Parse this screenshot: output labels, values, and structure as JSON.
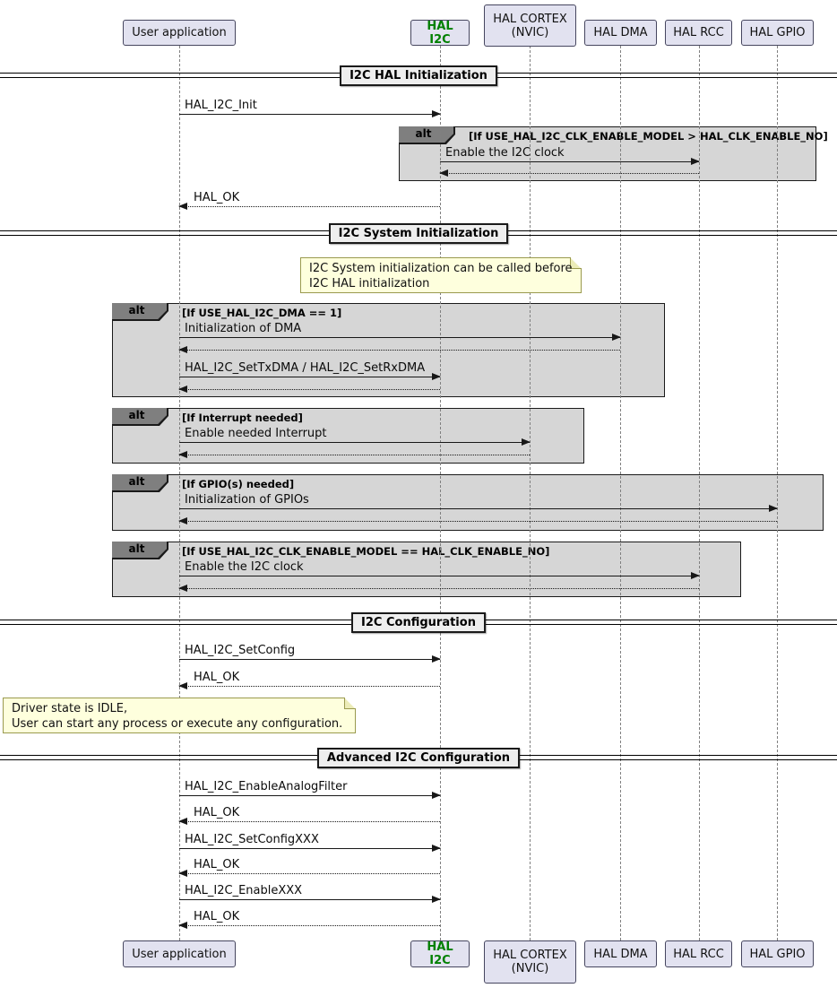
{
  "diagram": {
    "type": "uml-sequence",
    "participants": [
      {
        "label": "User application",
        "text_color": "#000000"
      },
      {
        "label": "HAL I2C",
        "text_color": "#008000"
      },
      {
        "label": "HAL CORTEX (NVIC)",
        "text_color": "#000000"
      },
      {
        "label": "HAL DMA",
        "text_color": "#000000"
      },
      {
        "label": "HAL RCC",
        "text_color": "#000000"
      },
      {
        "label": "HAL GPIO",
        "text_color": "#000000"
      }
    ],
    "dividers": [
      {
        "label": "I2C HAL Initialization"
      },
      {
        "label": "I2C System Initialization"
      },
      {
        "label": "I2C Configuration"
      },
      {
        "label": "Advanced I2C Configuration"
      }
    ],
    "fragments": [
      {
        "operator": "alt",
        "guard": "[If USE_HAL_I2C_CLK_ENABLE_MODEL > HAL_CLK_ENABLE_NO]"
      },
      {
        "operator": "alt",
        "guard": "[If USE_HAL_I2C_DMA == 1]"
      },
      {
        "operator": "alt",
        "guard": "[If Interrupt needed]"
      },
      {
        "operator": "alt",
        "guard": "[If GPIO(s) needed]"
      },
      {
        "operator": "alt",
        "guard": "[If USE_HAL_I2C_CLK_ENABLE_MODEL == HAL_CLK_ENABLE_NO]"
      }
    ],
    "messages": [
      {
        "label": "HAL_I2C_Init",
        "from": "User application",
        "to": "HAL I2C",
        "type": "call"
      },
      {
        "label": "Enable the I2C clock",
        "from": "HAL I2C",
        "to": "HAL RCC",
        "type": "call"
      },
      {
        "label": "",
        "from": "HAL RCC",
        "to": "HAL I2C",
        "type": "return"
      },
      {
        "label": "HAL_OK",
        "from": "HAL I2C",
        "to": "User application",
        "type": "return"
      },
      {
        "label": "Initialization of DMA",
        "from": "User application",
        "to": "HAL DMA",
        "type": "call"
      },
      {
        "label": "",
        "from": "HAL DMA",
        "to": "User application",
        "type": "return"
      },
      {
        "label": "HAL_I2C_SetTxDMA / HAL_I2C_SetRxDMA",
        "from": "User application",
        "to": "HAL I2C",
        "type": "call"
      },
      {
        "label": "",
        "from": "HAL I2C",
        "to": "User application",
        "type": "return"
      },
      {
        "label": "Enable needed Interrupt",
        "from": "User application",
        "to": "HAL CORTEX (NVIC)",
        "type": "call"
      },
      {
        "label": "",
        "from": "HAL CORTEX (NVIC)",
        "to": "User application",
        "type": "return"
      },
      {
        "label": "Initialization of GPIOs",
        "from": "User application",
        "to": "HAL GPIO",
        "type": "call"
      },
      {
        "label": "",
        "from": "HAL GPIO",
        "to": "User application",
        "type": "return"
      },
      {
        "label": "Enable the I2C clock",
        "from": "User application",
        "to": "HAL RCC",
        "type": "call"
      },
      {
        "label": "",
        "from": "HAL RCC",
        "to": "User application",
        "type": "return"
      },
      {
        "label": "HAL_I2C_SetConfig",
        "from": "User application",
        "to": "HAL I2C",
        "type": "call"
      },
      {
        "label": "HAL_OK",
        "from": "HAL I2C",
        "to": "User application",
        "type": "return"
      },
      {
        "label": "HAL_I2C_EnableAnalogFilter",
        "from": "User application",
        "to": "HAL I2C",
        "type": "call"
      },
      {
        "label": "HAL_OK",
        "from": "HAL I2C",
        "to": "User application",
        "type": "return"
      },
      {
        "label": "HAL_I2C_SetConfigXXX",
        "from": "User application",
        "to": "HAL I2C",
        "type": "call"
      },
      {
        "label": "HAL_OK",
        "from": "HAL I2C",
        "to": "User application",
        "type": "return"
      },
      {
        "label": "HAL_I2C_EnableXXX",
        "from": "User application",
        "to": "HAL I2C",
        "type": "call"
      },
      {
        "label": "HAL_OK",
        "from": "HAL I2C",
        "to": "User application",
        "type": "return"
      }
    ],
    "notes": [
      {
        "line1": "I2C System initialization can be called before",
        "line2": "I2C HAL initialization"
      },
      {
        "line1": "Driver state is IDLE,",
        "line2": "User can start any process or execute any configuration."
      }
    ],
    "colors": {
      "participant_fill": "#E2E2F0",
      "hal_i2c_green": "#008000",
      "fragment_fill": "#D6D6D6",
      "fragment_header_fill": "#7F7F7F",
      "divider_fill": "#EEEEEE",
      "note_fill": "#FEFFDD",
      "arrow": "#181818"
    }
  }
}
